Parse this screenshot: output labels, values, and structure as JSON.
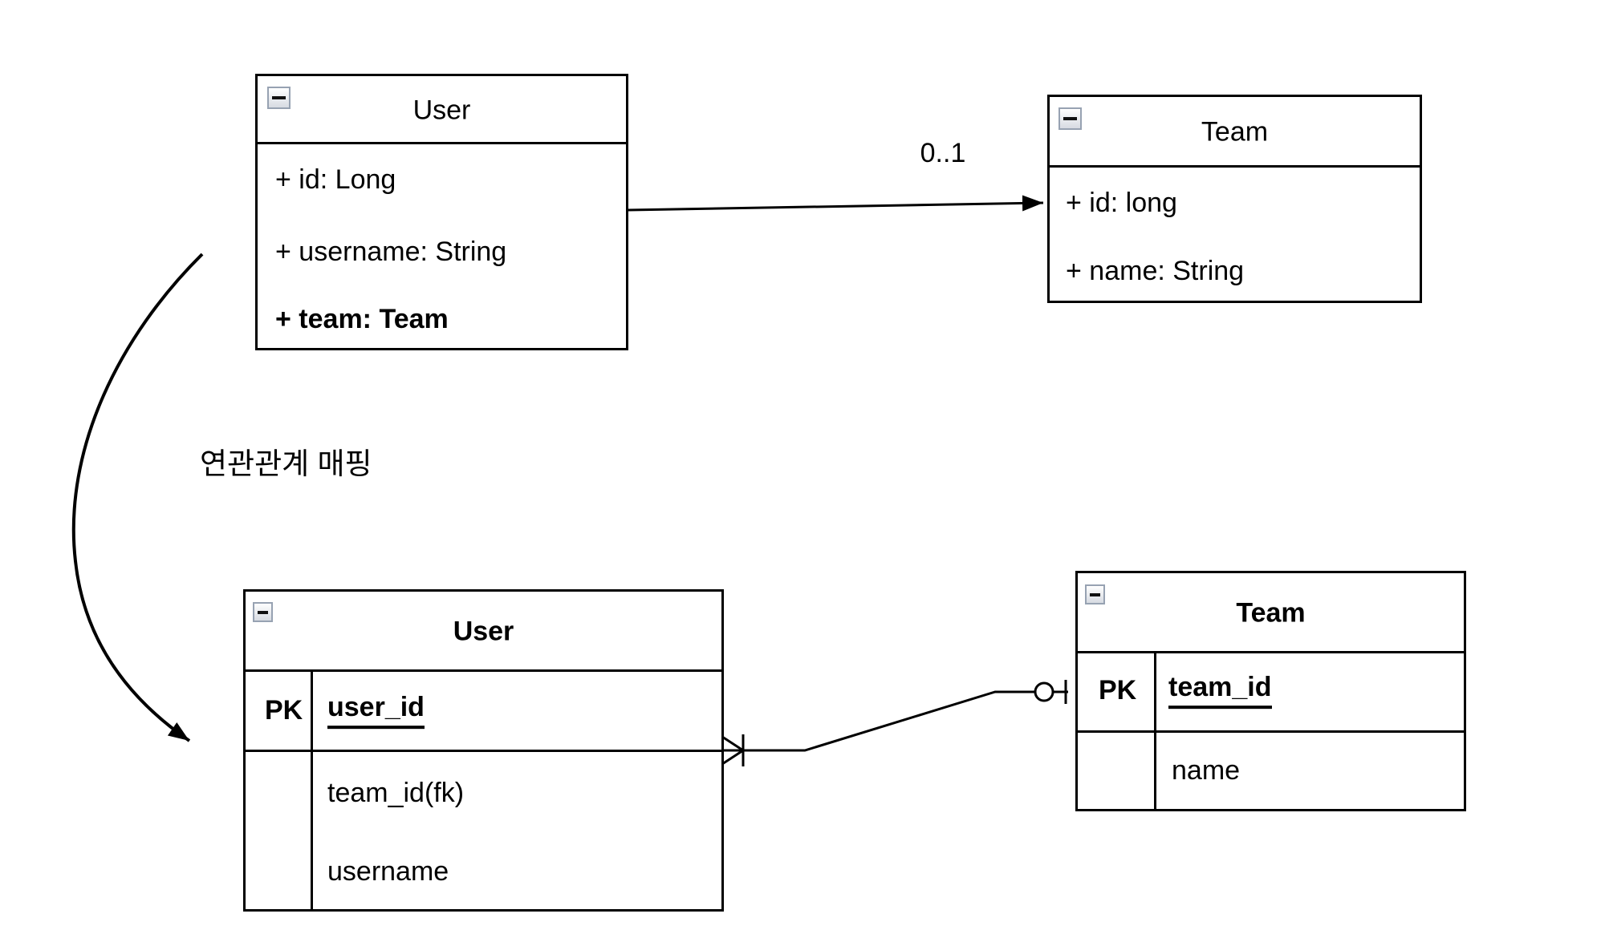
{
  "uml": {
    "user": {
      "title": "User",
      "attributes": [
        {
          "text": "+ id: Long"
        },
        {
          "text": "+ username: String"
        },
        {
          "text": "+ team: Team"
        }
      ]
    },
    "team": {
      "title": "Team",
      "attributes": [
        {
          "text": "+ id: long"
        },
        {
          "text": "+ name: String"
        }
      ]
    },
    "association_multiplicity": "0..1"
  },
  "note": {
    "mapping_label": "연관관계 매핑"
  },
  "er": {
    "user": {
      "title": "User",
      "pk_label": "PK",
      "pk_column": "user_id",
      "columns": [
        "team_id(fk)",
        "username"
      ]
    },
    "team": {
      "title": "Team",
      "pk_label": "PK",
      "pk_column": "team_id",
      "columns": [
        "name"
      ]
    }
  },
  "colors": {
    "line": "#000000",
    "background": "#ffffff",
    "collapse_icon_border": "#97a2b2"
  }
}
